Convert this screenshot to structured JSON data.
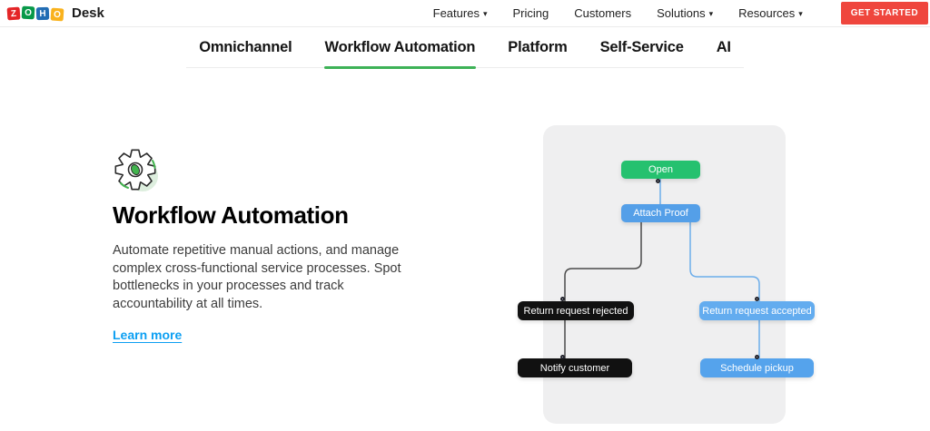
{
  "header": {
    "logo": {
      "letters": [
        "Z",
        "O",
        "H",
        "O"
      ],
      "product": "Desk"
    },
    "nav_items": [
      {
        "label": "Features",
        "has_dropdown": true
      },
      {
        "label": "Pricing",
        "has_dropdown": false
      },
      {
        "label": "Customers",
        "has_dropdown": false
      },
      {
        "label": "Solutions",
        "has_dropdown": true
      },
      {
        "label": "Resources",
        "has_dropdown": true
      }
    ],
    "cta_label": "GET STARTED"
  },
  "tabs": {
    "items": [
      {
        "label": "Omnichannel",
        "active": false
      },
      {
        "label": "Workflow Automation",
        "active": true
      },
      {
        "label": "Platform",
        "active": false
      },
      {
        "label": "Self-Service",
        "active": false
      },
      {
        "label": "AI",
        "active": false
      }
    ]
  },
  "feature": {
    "icon": "gear-icon",
    "title": "Workflow Automation",
    "description_lines": [
      "Automate repetitive manual actions, and manage",
      "complex cross-functional service processes. Spot",
      "bottlenecks in your processes and track",
      "accountability at all times."
    ],
    "link_label": "Learn more"
  },
  "flowchart": {
    "nodes": [
      {
        "id": "open",
        "label": "Open",
        "color": "#25C16F"
      },
      {
        "id": "attach-proof",
        "label": "Attach Proof",
        "color": "#549FE8"
      },
      {
        "id": "return-request-rejected",
        "label": "Return request rejected",
        "color": "#111111"
      },
      {
        "id": "return-request-accepted",
        "label": "Return request accepted",
        "color": "#63ACEF"
      },
      {
        "id": "notify-customer",
        "label": "Notify customer",
        "color": "#111111"
      },
      {
        "id": "schedule-pickup",
        "label": "Schedule pickup",
        "color": "#55A3EC"
      }
    ],
    "connector_colors": {
      "blue": "#6CADEA",
      "dark": "#4A4A4A"
    }
  },
  "colors": {
    "accent_green": "#3EB257",
    "cta_red": "#EF463D",
    "link_blue": "#0C9FF2",
    "logo_red": "#E42527",
    "logo_green": "#089949",
    "logo_blue": "#226DB4",
    "logo_orange": "#F9B21D"
  }
}
